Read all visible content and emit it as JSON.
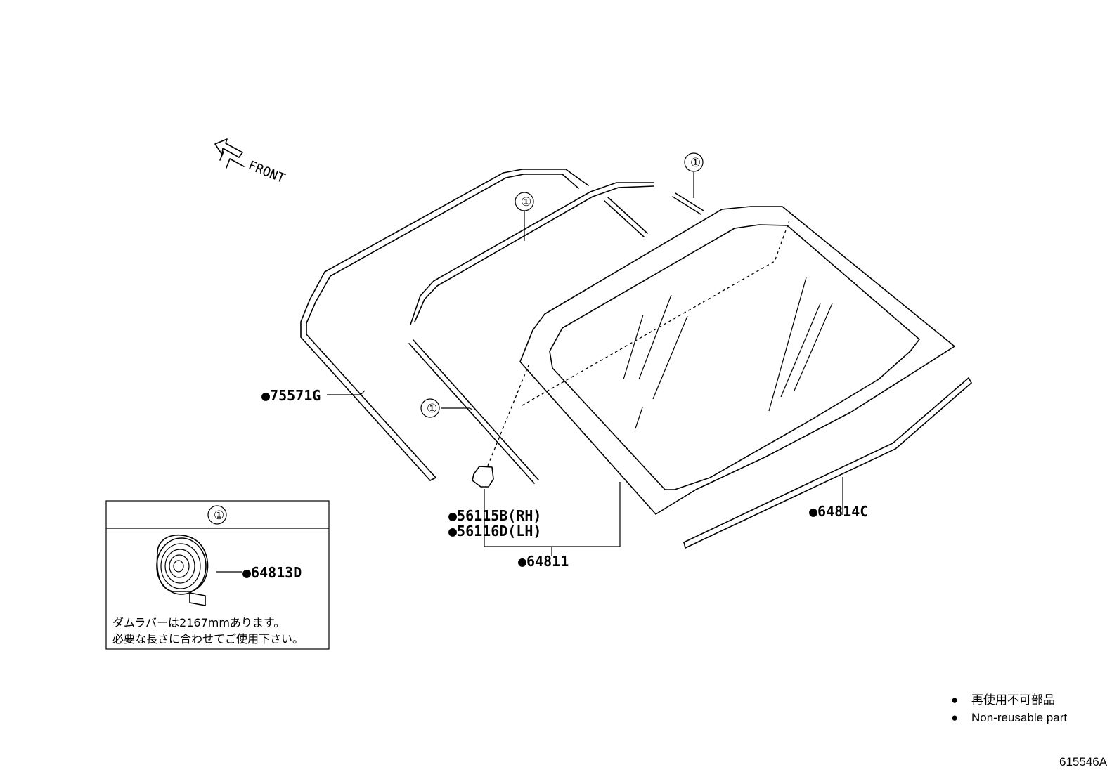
{
  "direction": {
    "label": "FRONT"
  },
  "callouts": {
    "circle_num": "①",
    "moulding": "●75571G",
    "stopper_rh": "●56115B(RH)",
    "stopper_lh": "●56116D(LH)",
    "glass": "●64811",
    "weatherstrip": "●64814C",
    "dam_rubber": "●64813D"
  },
  "inset": {
    "header": "①",
    "note_line1": "ダムラバーは2167mmあります。",
    "note_line2": "必要な長さに合わせてご使用下さい。"
  },
  "legend": {
    "bullet": "●",
    "line1": "再使用不可部品",
    "line2": "Non-reusable part"
  },
  "figure_code": "615546A"
}
